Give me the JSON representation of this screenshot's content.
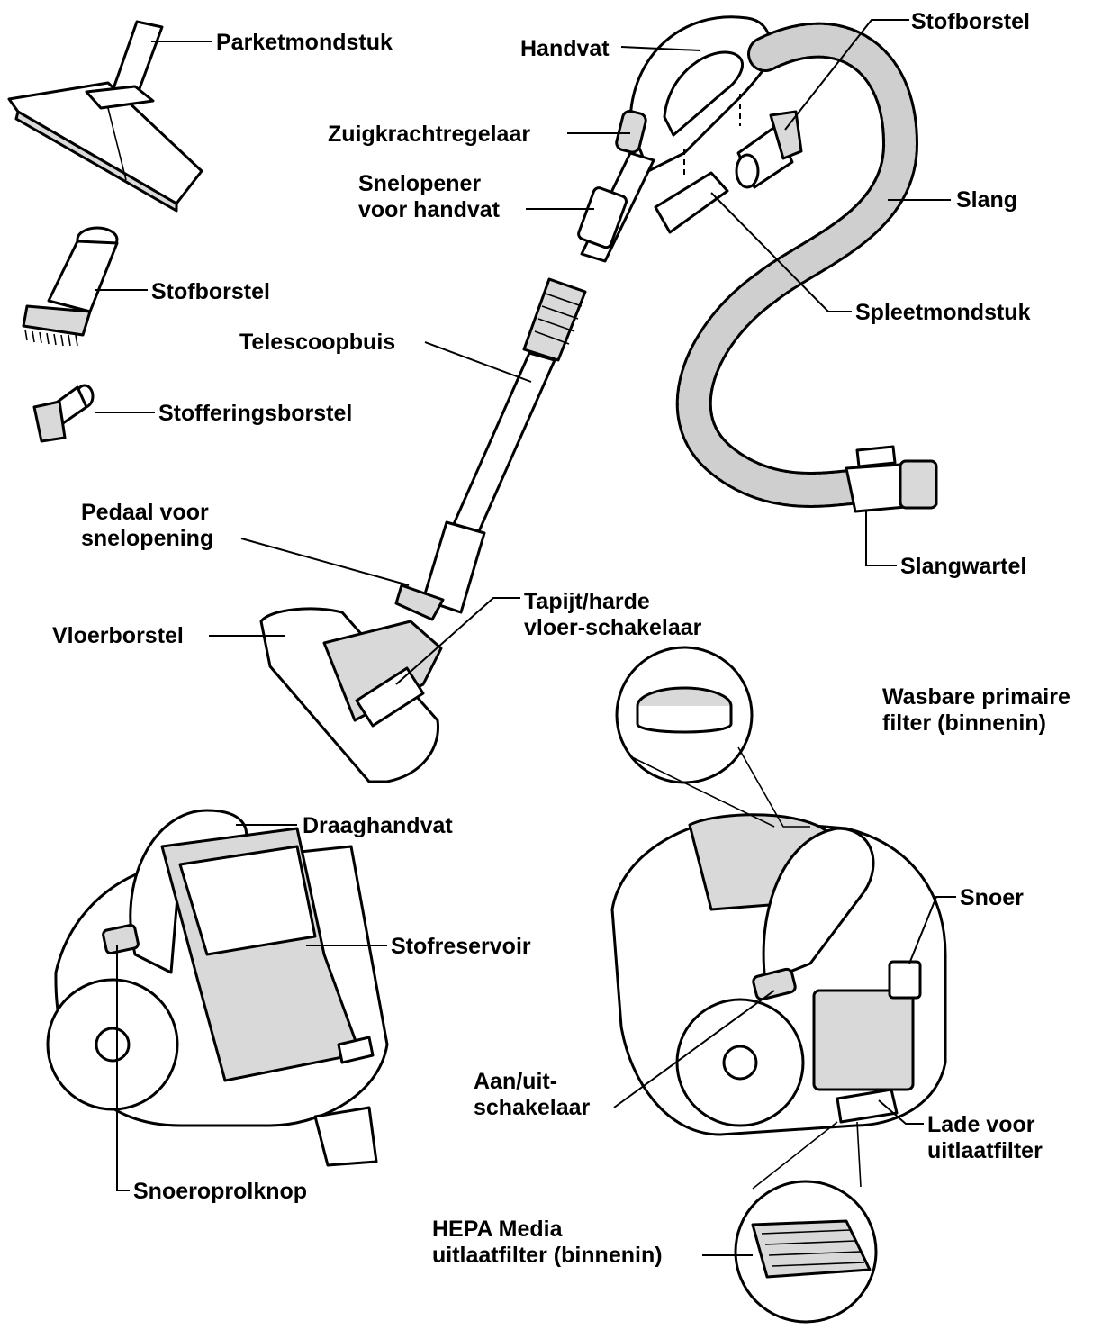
{
  "labels": {
    "parketmondstuk": "Parketmondstuk",
    "stofborstel_left": "Stofborstel",
    "stofferingsborstel": "Stofferingsborstel",
    "telescoopbuis": "Telescoopbuis",
    "handvat": "Handvat",
    "zuigkrachtregelaar": "Zuigkrachtregelaar",
    "snelopener_line1": "Snelopener",
    "snelopener_line2": "voor handvat",
    "stofborstel_right": "Stofborstel",
    "slang": "Slang",
    "spleetmondstuk": "Spleetmondstuk",
    "slangwartel": "Slangwartel",
    "pedaal_line1": "Pedaal voor",
    "pedaal_line2": "snelopening",
    "vloerborstel": "Vloerborstel",
    "tapijt_line1": "Tapijt/harde",
    "tapijt_line2": "vloer-schakelaar",
    "wasbare_line1": "Wasbare primaire",
    "wasbare_line2": "filter (binnenin)",
    "draaghandvat": "Draaghandvat",
    "stofreservoir": "Stofreservoir",
    "snoer": "Snoer",
    "aanuit_line1": "Aan/uit-",
    "aanuit_line2": "schakelaar",
    "lade_line1": "Lade voor",
    "lade_line2": "uitlaatfilter",
    "snoeroprolknop": "Snoeroprolknop",
    "hepa_line1": "HEPA Media",
    "hepa_line2": "uitlaatfilter (binnenin)"
  }
}
